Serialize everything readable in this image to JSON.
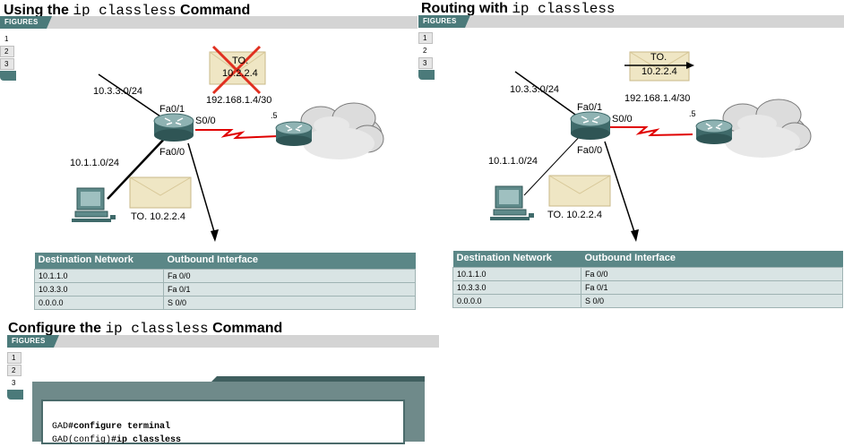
{
  "figures_label": "FIGURES",
  "panel1": {
    "title_pre": "Using the ",
    "title_code": "ip classless",
    "title_post": " Command",
    "fig_nums": [
      "1",
      "2",
      "3"
    ],
    "active_fig": 0,
    "envelope_top": [
      "TO.",
      "10.2.2.4"
    ],
    "net_serial": "192.168.1.4/30",
    "net_fa1": "10.3.3.0/24",
    "port_fa1": "Fa0/1",
    "port_s0": "S0/0",
    "port_fa0": "Fa0/0",
    "dot5": ".5",
    "net_fa0": "10.1.1.0/24",
    "envelope_bottom": "TO. 10.2.2.4",
    "table": {
      "headers": [
        "Destination Network",
        "Outbound Interface"
      ],
      "rows": [
        [
          "10.1.1.0",
          "Fa 0/0"
        ],
        [
          "10.3.3.0",
          "Fa 0/1"
        ],
        [
          "0.0.0.0",
          "S 0/0"
        ]
      ]
    }
  },
  "panel2": {
    "title_pre": "Routing with ",
    "title_code": "ip classless",
    "title_post": "",
    "fig_nums": [
      "1",
      "2",
      "3"
    ],
    "active_fig": 1,
    "envelope_top": [
      "TO.",
      "10.2.2.4"
    ],
    "net_serial": "192.168.1.4/30",
    "net_fa1": "10.3.3.0/24",
    "port_fa1": "Fa0/1",
    "port_s0": "S0/0",
    "port_fa0": "Fa0/0",
    "dot5": ".5",
    "net_fa0": "10.1.1.0/24",
    "envelope_bottom": "TO. 10.2.2.4",
    "table": {
      "headers": [
        "Destination Network",
        "Outbound Interface"
      ],
      "rows": [
        [
          "10.1.1.0",
          "Fa 0/0"
        ],
        [
          "10.3.3.0",
          "Fa 0/1"
        ],
        [
          "0.0.0.0",
          "S 0/0"
        ]
      ]
    }
  },
  "panel3": {
    "title_pre": "Configure the ",
    "title_code": "ip classless",
    "title_post": " Command",
    "fig_nums": [
      "1",
      "2",
      "3"
    ],
    "active_fig": 2,
    "terminal": [
      {
        "prompt": "GAD",
        "cmd": "#configure terminal"
      },
      {
        "prompt": "GAD(config)",
        "cmd": "#ip classless"
      }
    ]
  },
  "colors": {
    "teal": "#4b7a7a",
    "table_header": "#5b8787",
    "table_cell": "#d9e4e4",
    "serial_link": "#e00000",
    "cross": "#e03020"
  }
}
